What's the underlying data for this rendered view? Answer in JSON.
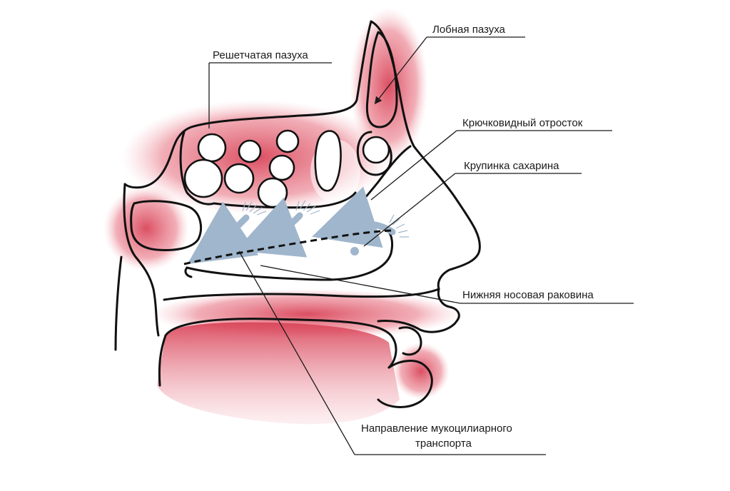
{
  "labels": {
    "frontal_sinus": "Лобная пазуха",
    "ethmoid_sinus": "Решетчатая пазуха",
    "uncinate_process": "Крючковидный отросток",
    "saccharin_grain": "Крупинка сахарина",
    "inferior_turbinate": "Нижняя носовая раковина",
    "mucociliary_direction_line1": "Направление мукоцилиарного",
    "mucociliary_direction_line2": "транспорта"
  },
  "colors": {
    "mucosa": "#d9465a",
    "outline": "#111111",
    "flow_arrow": "#9fb6cc",
    "background": "#ffffff"
  }
}
